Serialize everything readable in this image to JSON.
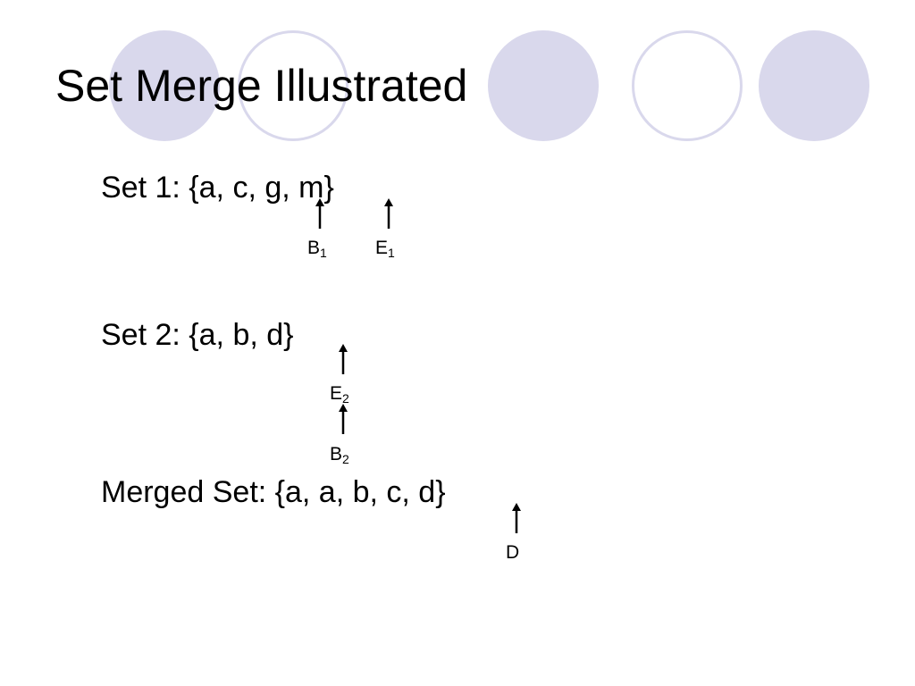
{
  "slide": {
    "title": "Set Merge Illustrated",
    "lines": {
      "set1": "Set 1:  {a, c, g, m}",
      "set2": "Set 2:  {a, b, d}",
      "merged": "Merged Set:  {a, a, b, c, d}"
    },
    "pointers": {
      "b1": {
        "letter": "B",
        "sub": "1"
      },
      "e1": {
        "letter": "E",
        "sub": "1"
      },
      "e2": {
        "letter": "E",
        "sub": "2"
      },
      "b2": {
        "letter": "B",
        "sub": "2"
      },
      "d": {
        "letter": "D",
        "sub": ""
      }
    }
  },
  "colors": {
    "circle": "#d9d8ec",
    "text": "#000000",
    "background": "#ffffff"
  }
}
